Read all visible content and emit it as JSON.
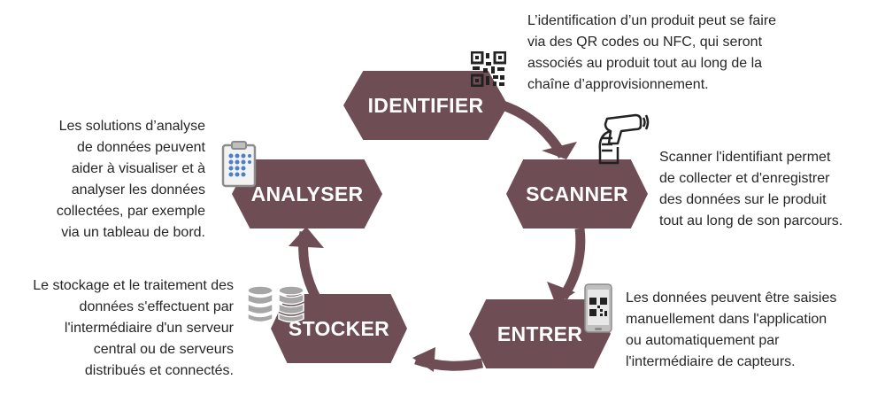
{
  "steps": {
    "identifier": {
      "label": "IDENTIFIER",
      "text": "L’identification d’un produit peut se faire\nvia des QR codes ou NFC, qui seront\nassociés au produit tout au long de la\nchaîne d’approvisionnement."
    },
    "scanner": {
      "label": "SCANNER",
      "text": "Scanner l'identifiant permet\nde collecter et d'enregistrer\ndes données sur le produit\ntout au long de son parcours."
    },
    "entrer": {
      "label": "ENTRER",
      "text": "Les données peuvent être saisies\nmanuellement dans l'application\nou automatiquement par\nl'intermédiaire de capteurs."
    },
    "stocker": {
      "label": "STOCKER",
      "text": "Le stockage et le traitement des\ndonnées s'effectuent par\nl'intermédiaire d'un serveur\ncentral ou de serveurs\ndistribués et connectés."
    },
    "analyser": {
      "label": "ANALYSER",
      "text": "Les solutions d’analyse\nde données peuvent\naider à visualiser et à\nanalyser les données\ncollectées, par exemple\nvia un tableau de bord."
    }
  },
  "icons": {
    "identifier": "qr-code-icon",
    "scanner": "barcode-scanner-icon",
    "entrer": "phone-qr-icon",
    "stocker": "database-icon",
    "analyser": "clipboard-icon"
  },
  "colors": {
    "hexagon": "#6e4d55",
    "arrow": "#6e4d55",
    "text": "#262626"
  }
}
